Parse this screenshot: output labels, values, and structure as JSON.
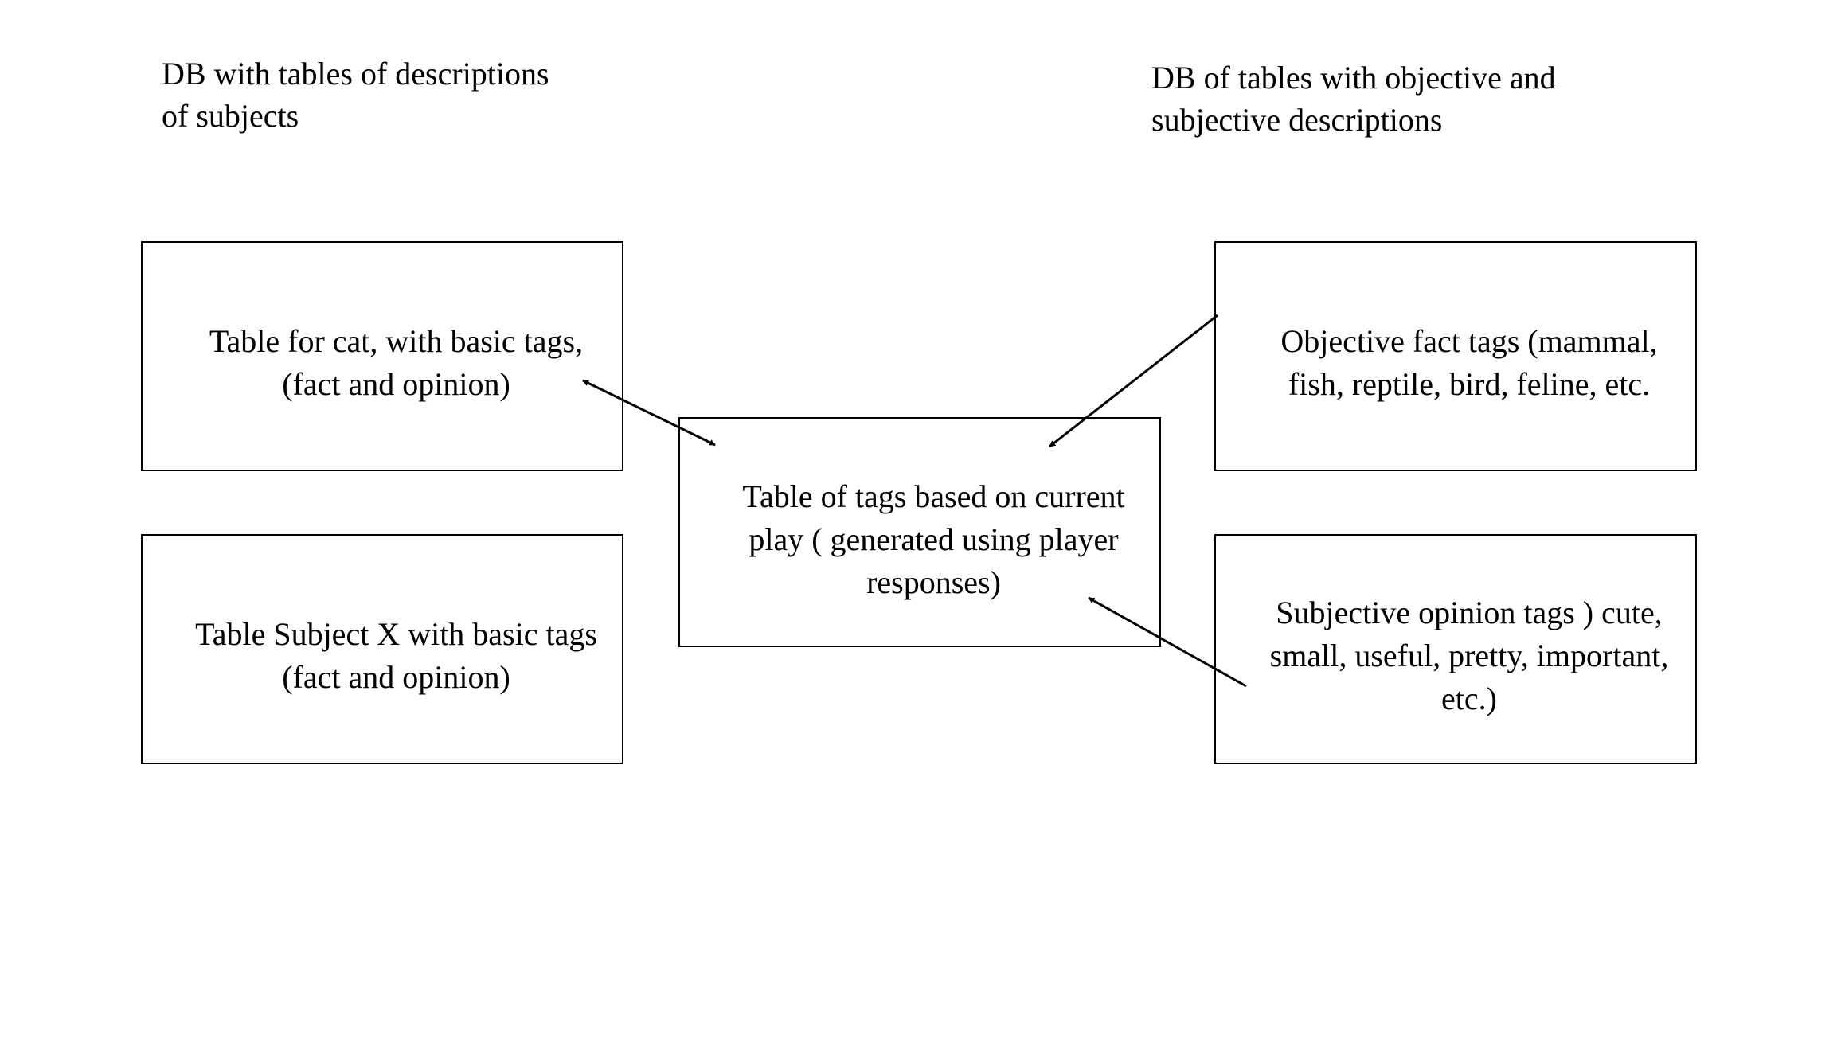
{
  "headings": {
    "left": [
      "DB with tables of descriptions",
      "of subjects"
    ],
    "right": [
      "DB of tables with objective and",
      "subjective descriptions"
    ]
  },
  "boxes": {
    "cat": [
      "Table for cat, with basic tags,",
      "(fact and opinion)"
    ],
    "subject_x": [
      "Table Subject X with basic tags",
      "(fact and opinion)"
    ],
    "center": [
      "Table of tags based on current",
      "play ( generated using player",
      "responses)"
    ],
    "objective": [
      "Objective fact tags (mammal,",
      "fish, reptile, bird, feline, etc."
    ],
    "subjective": [
      "Subjective opinion tags ) cute,",
      "small, useful, pretty, important,",
      "etc.)"
    ]
  }
}
